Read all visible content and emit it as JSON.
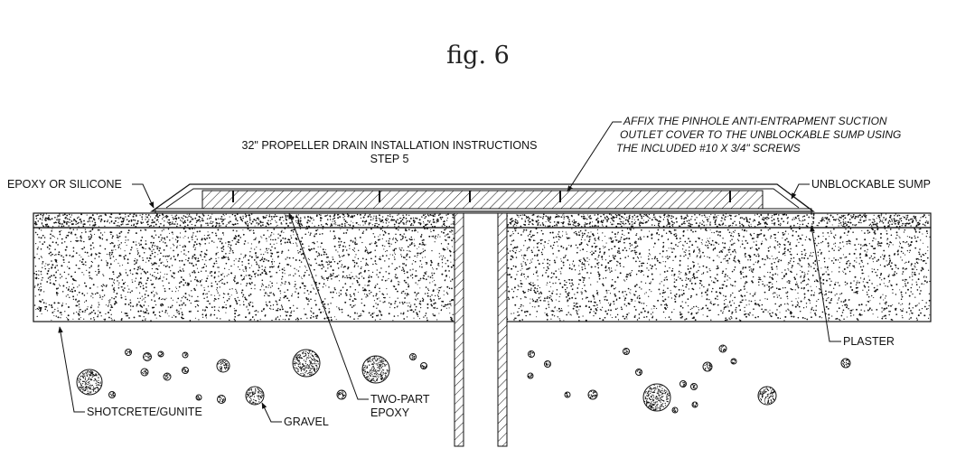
{
  "figure_label": "fig. 6",
  "title": {
    "line1": "32\" PROPELLER DRAIN INSTALLATION INSTRUCTIONS",
    "line2": "STEP 5"
  },
  "callouts": {
    "affix_note": {
      "line1": "AFFIX THE PINHOLE ANTI-ENTRAPMENT SUCTION",
      "line2": "OUTLET COVER TO THE UNBLOCKABLE SUMP USING",
      "line3": "THE INCLUDED #10 X 3/4\" SCREWS"
    },
    "epoxy_silicone": "EPOXY OR SILICONE",
    "unblockable_sump": "UNBLOCKABLE SUMP",
    "plaster": "PLASTER",
    "two_part_epoxy": {
      "line1": "TWO-PART",
      "line2": "EPOXY"
    },
    "shotcrete": "SHOTCRETE/GUNITE",
    "gravel": "GRAVEL"
  },
  "colors": {
    "ink": "#111111",
    "background": "#ffffff"
  }
}
